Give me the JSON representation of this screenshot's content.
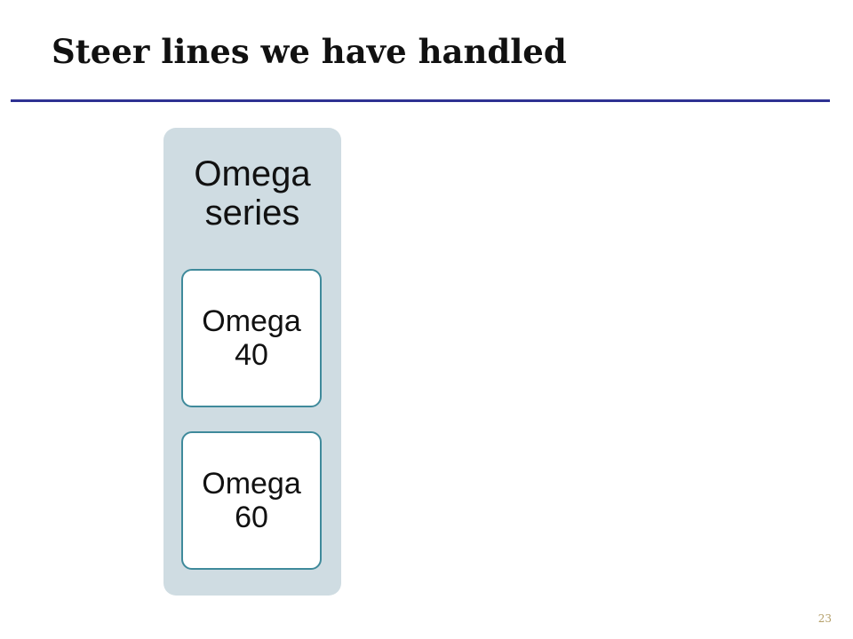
{
  "slide": {
    "title": "Steer lines we have handled",
    "page_number": "23"
  },
  "diagram": {
    "group": {
      "label": "Omega series",
      "children": [
        {
          "label": "Omega 40"
        },
        {
          "label": "Omega 60"
        }
      ]
    }
  },
  "colors": {
    "title_rule": "#2e3192",
    "panel_fill": "#cfdce2",
    "child_border": "#3f8a9b",
    "page_number": "#b5a06a"
  }
}
